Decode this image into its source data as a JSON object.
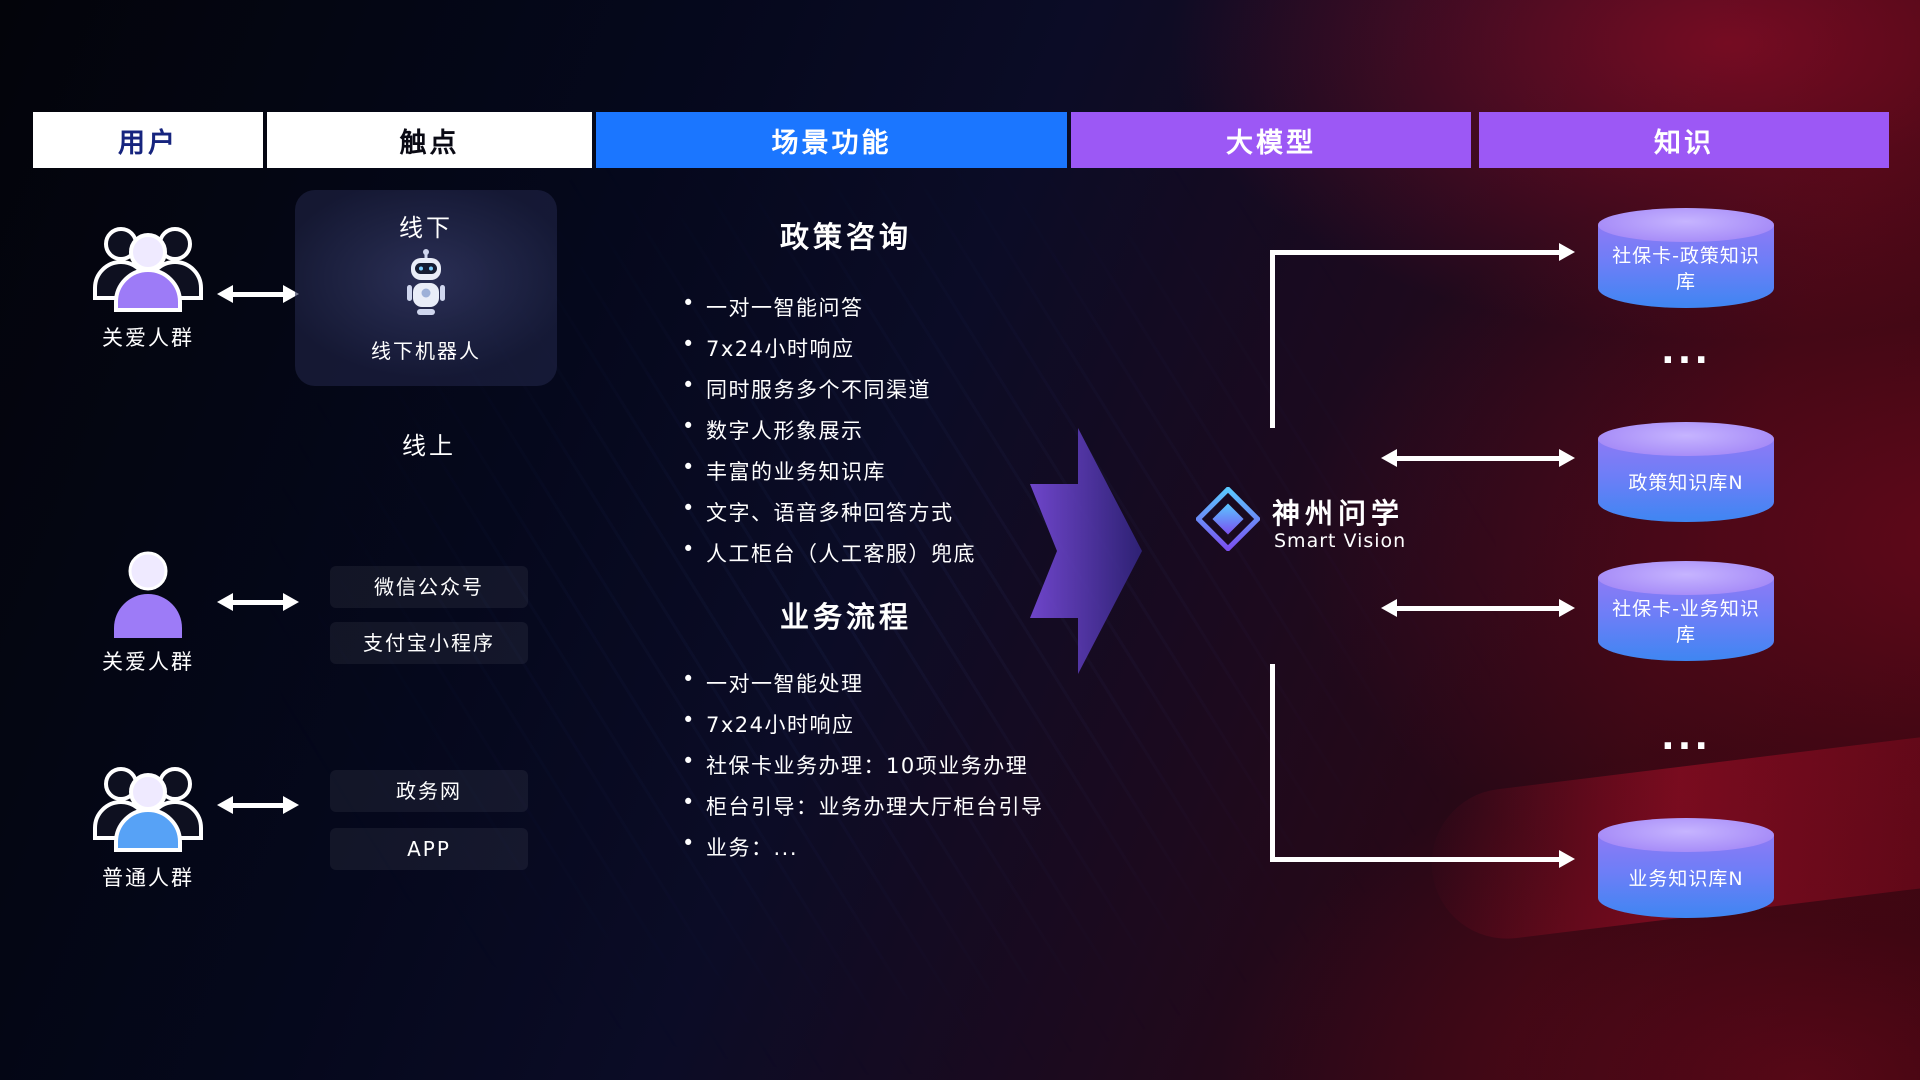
{
  "headers": [
    {
      "label": "用户"
    },
    {
      "label": "触点"
    },
    {
      "label": "场景功能"
    },
    {
      "label": "大模型"
    },
    {
      "label": "知识"
    }
  ],
  "users": [
    {
      "label": "关爱人群"
    },
    {
      "label": "关爱人群"
    },
    {
      "label": "普通人群"
    }
  ],
  "touchpoints": {
    "offline_title": "线下",
    "offline_device": "线下机器人",
    "online_title": "线上",
    "channels": [
      {
        "label": "微信公众号"
      },
      {
        "label": "支付宝小程序"
      },
      {
        "label": "政务网"
      },
      {
        "label": "APP"
      }
    ]
  },
  "scenes": [
    {
      "title": "政策咨询",
      "items": [
        "一对一智能问答",
        "7x24小时响应",
        "同时服务多个不同渠道",
        "数字人形象展示",
        "丰富的业务知识库",
        "文字、语音多种回答方式",
        "人工柜台（人工客服）兜底"
      ]
    },
    {
      "title": "业务流程",
      "items": [
        "一对一智能处理",
        "7x24小时响应",
        "社保卡业务办理：10项业务办理",
        "柜台引导：业务办理大厅柜台引导",
        "业务：..."
      ]
    }
  ],
  "model": {
    "name": "神州问学",
    "subtitle": "Smart Vision"
  },
  "knowledge": {
    "cylinders": [
      {
        "label": "社保卡-政策知识库"
      },
      {
        "label": "政策知识库N"
      },
      {
        "label": "社保卡-业务知识库"
      },
      {
        "label": "业务知识库N"
      }
    ],
    "ellipsis": "..."
  },
  "colors": {
    "scene_header_bg": "#1b76ff",
    "model_header_bg": "#9c58f5",
    "knowledge_header_bg": "#9c58f5",
    "cylinder_top": "#a98ef8",
    "cylinder_bottom": "#3f86f2",
    "arrow": "#ffffff",
    "purple_user": "#9d7bf7",
    "blue_user": "#57a2f6"
  }
}
